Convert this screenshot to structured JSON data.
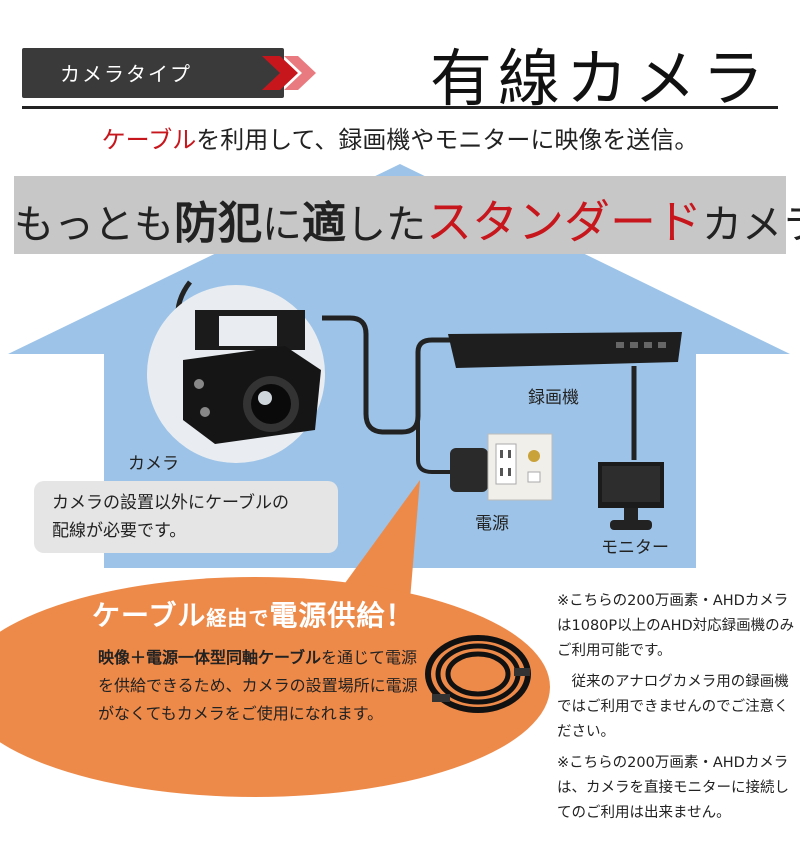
{
  "header": {
    "type_tag": "カメラタイプ",
    "title": "有線カメラ"
  },
  "subtitle": {
    "red": "ケーブル",
    "rest": "を利用して、録画機やモニターに映像を送信。"
  },
  "banner": {
    "part1": "もっとも",
    "part2": "防犯",
    "part3": "に",
    "part4": "適",
    "part5": "した",
    "red": "スタンダード",
    "part6": "カメラ"
  },
  "labels": {
    "camera": "カメラ",
    "recorder": "録画機",
    "power": "電源",
    "monitor": "モニター"
  },
  "note": {
    "line1": "カメラの設置以外にケーブルの",
    "line2": "配線が必要です。"
  },
  "callout": {
    "title_a": "ケーブル",
    "title_b": "経由で",
    "title_c": "電源供給！",
    "body1": "映像＋電源一体型同軸ケーブル",
    "body2": "を通じて電源を供給できるため、カメラの設置場所に電源がなくてもカメラをご使用になれます。"
  },
  "right_notes": {
    "n1": "※こちらの200万画素・AHDカメラは1080P以上のAHD対応録画機のみご利用可能です。",
    "n2": "　従来のアナログカメラ用の録画機ではご利用できませんのでご注意ください。",
    "n3": "※こちらの200万画素・AHDカメラは、カメラを直接モニターに接続してのご利用は出来ません。"
  },
  "colors": {
    "accent_red": "#c8161d",
    "house_blue": "#9dc4e8",
    "orange": "#ee8a49",
    "banner_gray": "#c7c7c7"
  }
}
